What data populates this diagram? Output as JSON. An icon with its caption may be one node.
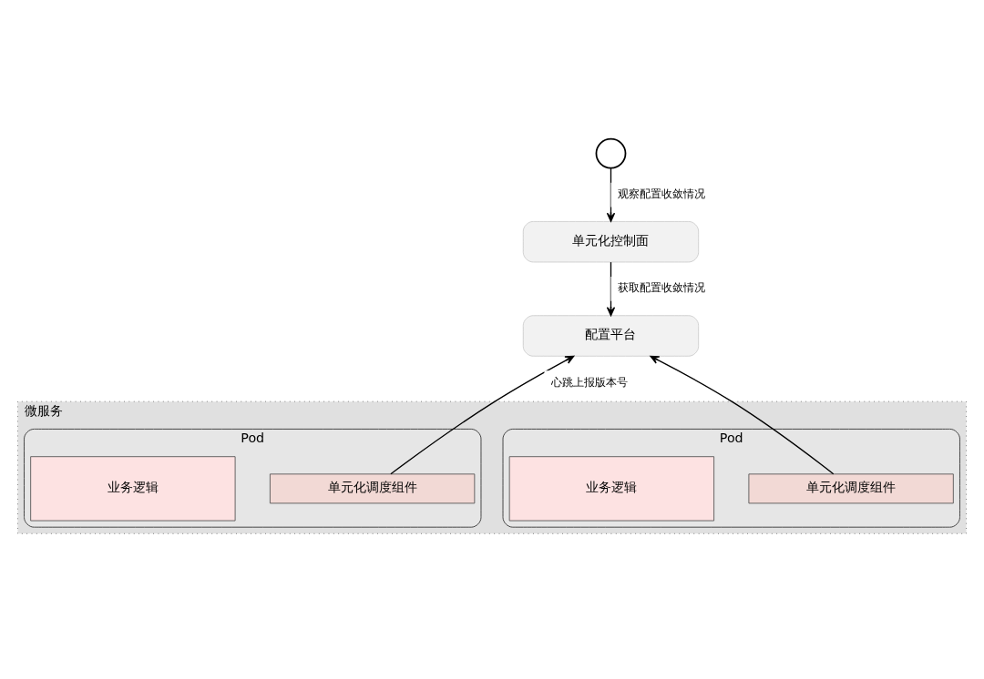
{
  "diagram": {
    "nodes": [
      {
        "text": [],
        "shape": "person"
      },
      {
        "text": [
          "单元化控制面"
        ]
      },
      {
        "text": [
          "配置平台"
        ]
      },
      {
        "text": [
          "微服务"
        ]
      },
      {
        "text": [
          "Pod"
        ],
        "in": 3
      },
      {
        "text": [
          "单元化调度组件"
        ],
        "in": 4
      },
      {
        "text": [
          "业务逻辑"
        ],
        "in": 4
      },
      {
        "text": [
          "Pod"
        ],
        "in": 3
      },
      {
        "text": [
          "单元化调度组件"
        ],
        "in": 7
      },
      {
        "text": [
          "业务逻辑"
        ],
        "in": 7
      }
    ],
    "edges": [
      {
        "from": 0,
        "to": 1,
        "arrow": "to",
        "label": "观察配置收敛情况"
      },
      {
        "from": 1,
        "to": 2,
        "arrow": "to",
        "label": "获取配置收敛情况"
      },
      {
        "from": 5,
        "to": 2,
        "arrow": "to",
        "label": "心跳上报版本号"
      },
      {
        "from": 8,
        "to": 2,
        "arrow": "to"
      }
    ]
  }
}
